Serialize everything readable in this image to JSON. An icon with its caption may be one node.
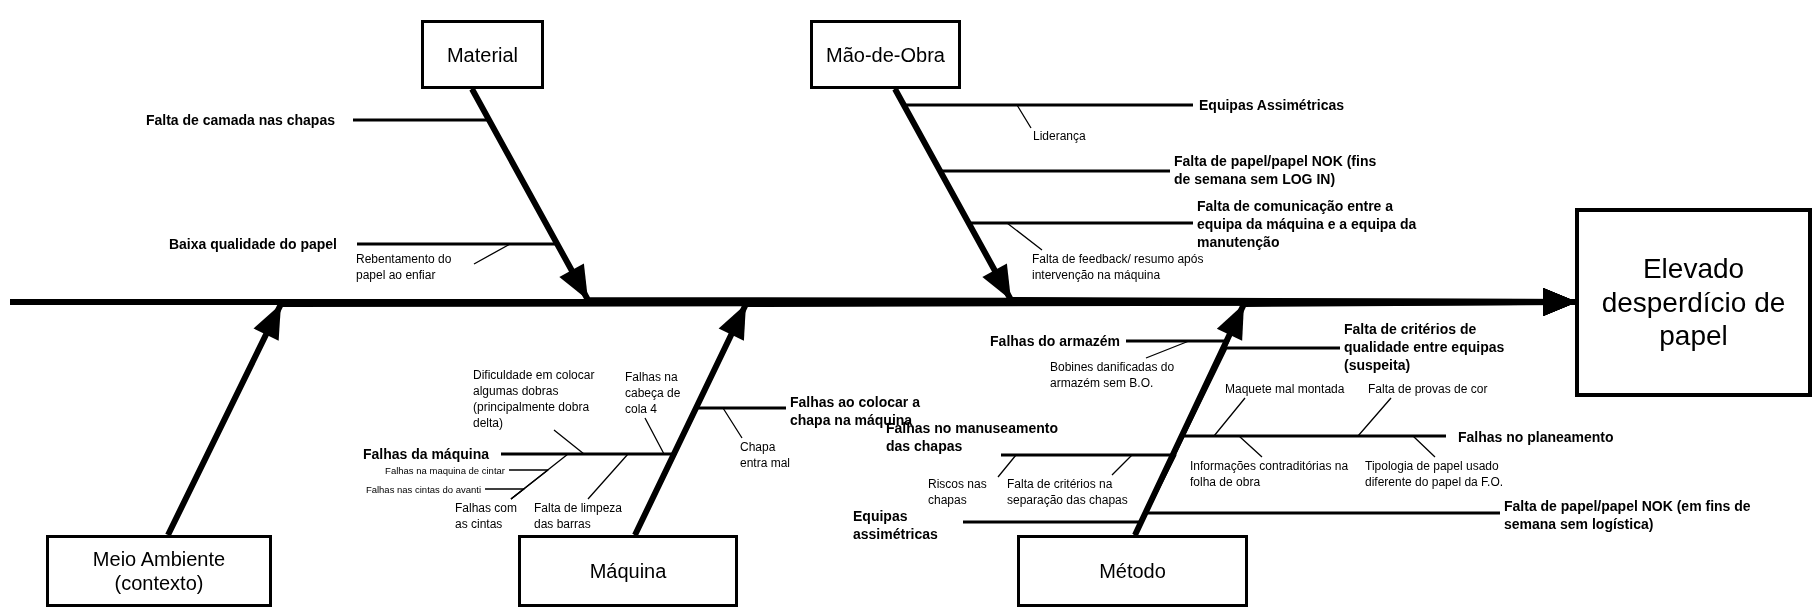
{
  "diagram": {
    "nodes": [
      {
        "text": [
          "Material"
        ]
      },
      {
        "text": [
          "Mão-de-Obra"
        ]
      },
      {
        "text": [
          "Elevado desperdício de papel"
        ]
      },
      {
        "text": [
          "Meio Ambiente (contexto)"
        ]
      },
      {
        "text": [
          "Máquina"
        ]
      },
      {
        "text": [
          "Método"
        ]
      },
      {
        "text": [
          "Falta de camada nas chapas"
        ]
      },
      {
        "text": [
          "Baixa qualidade do papel"
        ]
      },
      {
        "text": [
          "Rebentamento do papel ao enfiar"
        ]
      },
      {
        "text": [
          "Equipas Assimétricas"
        ]
      },
      {
        "text": [
          "Liderança"
        ]
      },
      {
        "text": [
          "Falta de papel/papel NOK (fins de semana sem LOG IN)"
        ]
      },
      {
        "text": [
          "Falta de comunicação entre a equipa da máquina e a equipa da manutenção"
        ]
      },
      {
        "text": [
          "Falta de feedback/ resumo após intervenção na máquina"
        ]
      },
      {
        "text": [
          "Dificuldade em colocar algumas dobras (principalmente dobra delta)"
        ]
      },
      {
        "text": [
          "Falhas na cabeça de cola 4"
        ]
      },
      {
        "text": [
          "Falhas ao colocar a chapa na máquina"
        ]
      },
      {
        "text": [
          "Falhas da máquina"
        ]
      },
      {
        "text": [
          "Chapa entra mal"
        ]
      },
      {
        "text": [
          "Falhas na maquina de cintar"
        ]
      },
      {
        "text": [
          "Falhas nas cintas do avanti"
        ]
      },
      {
        "text": [
          "Falhas com as cintas"
        ]
      },
      {
        "text": [
          "Falta de limpeza das barras"
        ]
      },
      {
        "text": [
          "Falhas do armazém"
        ]
      },
      {
        "text": [
          "Falta de critérios de qualidade entre equipas (suspeita)"
        ]
      },
      {
        "text": [
          "Bobines danificadas do armazém sem B.O."
        ]
      },
      {
        "text": [
          "Maquete mal montada"
        ]
      },
      {
        "text": [
          "Falta de provas de cor"
        ]
      },
      {
        "text": [
          "Falhas no manuseamento das chapas"
        ]
      },
      {
        "text": [
          "Falhas no planeamento"
        ]
      },
      {
        "text": [
          "Riscos nas chapas"
        ]
      },
      {
        "text": [
          "Informações contraditórias na folha de obra"
        ]
      },
      {
        "text": [
          "Tipologia de papel usado diferente do papel da F.O."
        ]
      },
      {
        "text": [
          "Falta de critérios na separação das chapas"
        ]
      },
      {
        "text": [
          "Equipas assimétricas"
        ]
      },
      {
        "text": [
          "Falta de papel/papel NOK (em fins de semana sem logística)"
        ]
      }
    ],
    "edges": [
      {
        "from": null,
        "to": 2,
        "arrow": "to",
        "style": "thick"
      },
      {
        "from": 0,
        "to": 2,
        "arrow": "to",
        "style": "thick"
      },
      {
        "from": 1,
        "to": 2,
        "arrow": "to",
        "style": "thick"
      },
      {
        "from": 3,
        "to": 2,
        "arrow": "to",
        "style": "thick"
      },
      {
        "from": 4,
        "to": 2,
        "arrow": "to",
        "style": "thick"
      },
      {
        "from": 5,
        "to": 2,
        "arrow": "to",
        "style": "thick"
      },
      {
        "from": 6,
        "to": 0,
        "arrow": "none"
      },
      {
        "from": 7,
        "to": 0,
        "arrow": "none"
      },
      {
        "from": 8,
        "to": 7,
        "arrow": "none"
      },
      {
        "from": 9,
        "to": 1,
        "arrow": "none"
      },
      {
        "from": 10,
        "to": 9,
        "arrow": "none"
      },
      {
        "from": 11,
        "to": 1,
        "arrow": "none"
      },
      {
        "from": 12,
        "to": 1,
        "arrow": "none"
      },
      {
        "from": 13,
        "to": 12,
        "arrow": "none"
      },
      {
        "from": 14,
        "to": 17,
        "arrow": "none"
      },
      {
        "from": 15,
        "to": 17,
        "arrow": "none"
      },
      {
        "from": 16,
        "to": 4,
        "arrow": "none"
      },
      {
        "from": 17,
        "to": 4,
        "arrow": "none"
      },
      {
        "from": 18,
        "to": 16,
        "arrow": "none"
      },
      {
        "from": 19,
        "to": 21,
        "arrow": "none"
      },
      {
        "from": 20,
        "to": 21,
        "arrow": "none"
      },
      {
        "from": 21,
        "to": 17,
        "arrow": "none"
      },
      {
        "from": 22,
        "to": 17,
        "arrow": "none"
      },
      {
        "from": 23,
        "to": 5,
        "arrow": "none"
      },
      {
        "from": 24,
        "to": 5,
        "arrow": "none"
      },
      {
        "from": 25,
        "to": 23,
        "arrow": "none"
      },
      {
        "from": 26,
        "to": 29,
        "arrow": "none"
      },
      {
        "from": 27,
        "to": 29,
        "arrow": "none"
      },
      {
        "from": 28,
        "to": 5,
        "arrow": "none"
      },
      {
        "from": 29,
        "to": 5,
        "arrow": "none"
      },
      {
        "from": 30,
        "to": 28,
        "arrow": "none"
      },
      {
        "from": 31,
        "to": 29,
        "arrow": "none"
      },
      {
        "from": 32,
        "to": 29,
        "arrow": "none"
      },
      {
        "from": 33,
        "to": 28,
        "arrow": "none"
      },
      {
        "from": 34,
        "to": 5,
        "arrow": "none"
      },
      {
        "from": 35,
        "to": 5,
        "arrow": "none"
      }
    ]
  }
}
